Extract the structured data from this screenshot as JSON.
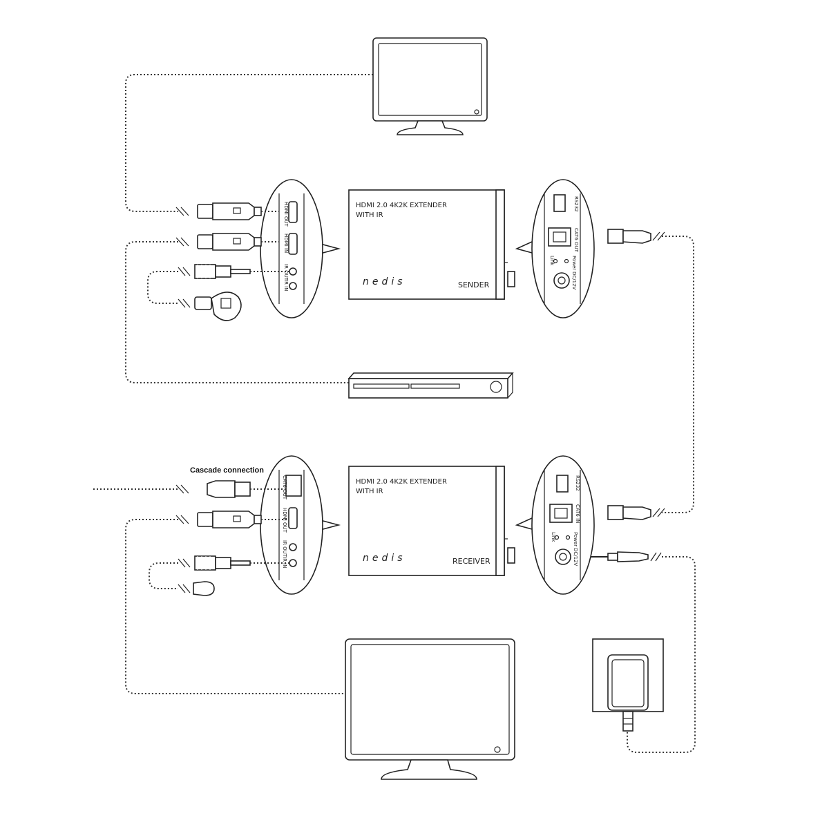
{
  "sender": {
    "title_line1": "HDMI 2.0 4K2K EXTENDER",
    "title_line2": "WITH IR",
    "brand": "nedis",
    "role": "SENDER",
    "left_ports": [
      "HDMI OUT",
      "HDMI IN",
      "IR OUT",
      "IR IN"
    ],
    "right_ports": [
      "RS232",
      "CAT6 OUT",
      "Link",
      "Power",
      "DC/12V"
    ]
  },
  "receiver": {
    "title_line1": "HDMI 2.0 4K2K EXTENDER",
    "title_line2": "WITH IR",
    "brand": "nedis",
    "role": "RECEIVER",
    "left_ports": [
      "CAT6 OUT",
      "HDMI OUT",
      "IR OUT",
      "IR IN"
    ],
    "right_ports": [
      "RS232",
      "CAT6 IN",
      "Link",
      "Power",
      "DC/12V"
    ]
  },
  "cascade_label": "Cascade connection",
  "icons": [
    "monitor-icon",
    "blu-ray-player-icon",
    "power-adapter-icon",
    "hdmi-plug-icon",
    "rj45-plug-icon",
    "audio-jack-icon",
    "ir-sensor-icon",
    "ir-emitter-icon",
    "dc-plug-icon"
  ]
}
